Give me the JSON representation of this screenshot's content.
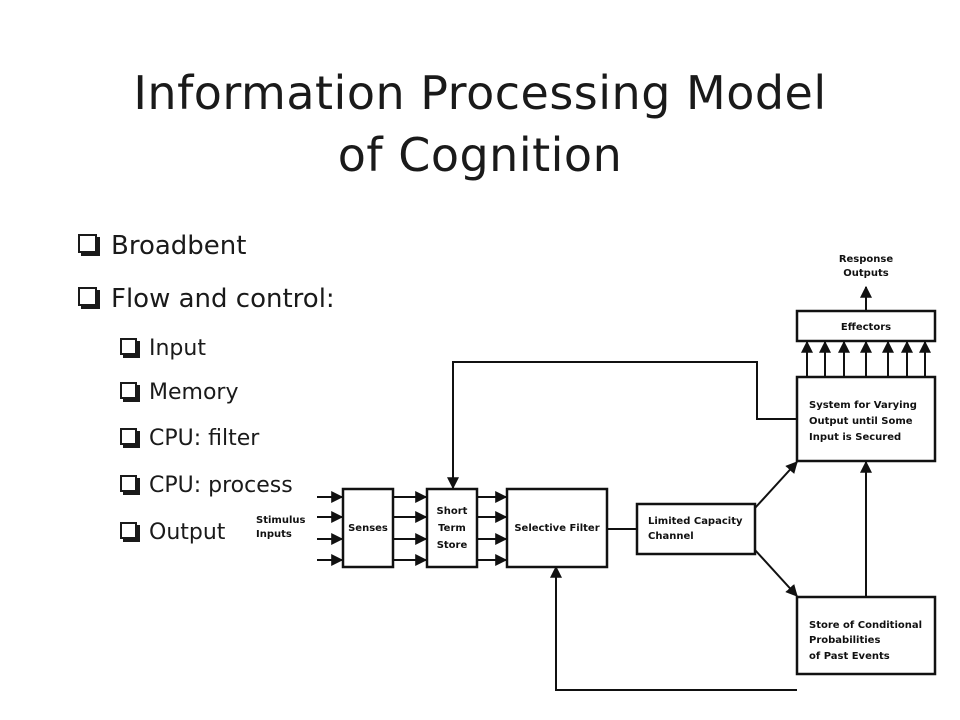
{
  "title": {
    "line1": "Information Processing Model",
    "line2": "of Cognition"
  },
  "bullets": {
    "level1": [
      "Broadbent",
      "Flow and control:"
    ],
    "level2": [
      "Input",
      "Memory",
      "CPU: filter",
      "CPU: process",
      "Output"
    ]
  },
  "diagram": {
    "response_line1": "Response",
    "response_line2": "Outputs",
    "effectors": "Effectors",
    "system_line1": "System for Varying",
    "system_line2": "Output until Some",
    "system_line3": "Input is Secured",
    "stimulus_line1": "Stimulus",
    "stimulus_line2": "Inputs",
    "senses": "Senses",
    "short_term_line1": "Short",
    "short_term_line2": "Term",
    "short_term_line3": "Store",
    "selective_filter": "Selective Filter",
    "limited_line1": "Limited Capacity",
    "limited_line2": "Channel",
    "store_line1": "Store of Conditional",
    "store_line2": "Probabilities",
    "store_line3": "of Past Events"
  }
}
